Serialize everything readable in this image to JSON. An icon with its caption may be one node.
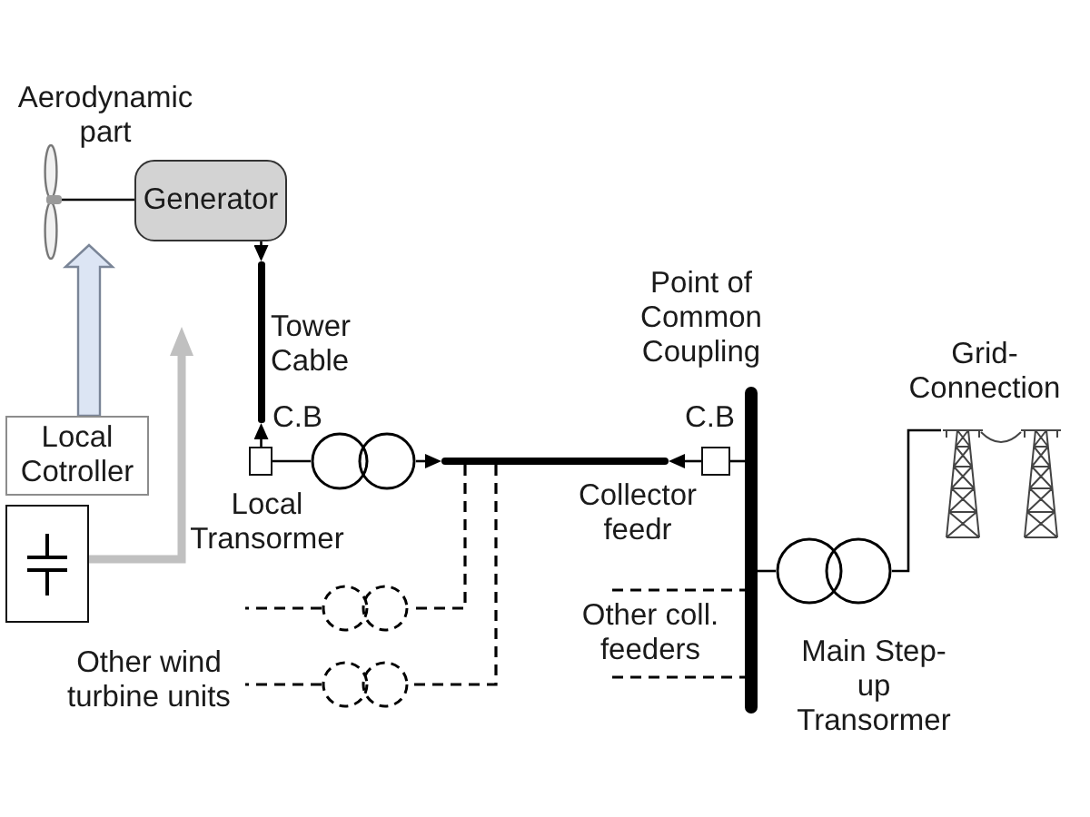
{
  "diagram": {
    "nodes": [
      {
        "text": [],
        "shape": "picture",
        "beside": [
          "Aerodynamic part"
        ]
      },
      {
        "text": [
          "Generator"
        ]
      },
      {
        "text": [],
        "shape": "box",
        "beside": [
          "C.B"
        ]
      },
      {
        "text": [],
        "shape": "circle",
        "beside": [
          "Local Transormer"
        ]
      },
      {
        "text": [],
        "shape": "box",
        "beside": [
          "C.B"
        ]
      },
      {
        "text": [],
        "shape": "bar",
        "beside": [
          "Point of Common Coupling"
        ]
      },
      {
        "text": [],
        "shape": "circle",
        "beside": [
          "Main Step-up Transormer"
        ]
      },
      {
        "text": [],
        "shape": "picture",
        "beside": [
          "Grid-Connection"
        ]
      },
      {
        "text": [
          "Local Cotroller"
        ]
      },
      {
        "text": [],
        "shape": "box"
      },
      {
        "text": [],
        "shape": "circle"
      },
      {
        "text": [],
        "shape": "circle"
      },
      {
        "text": [
          "Other coll. feeders"
        ]
      },
      {
        "text": [],
        "shape": "bar",
        "beside": [
          "Tower Cable"
        ]
      },
      {
        "text": [],
        "shape": "bar",
        "beside": [
          "Collector feedr"
        ]
      }
    ],
    "edges": [
      {
        "from": 1,
        "to": 13,
        "arrow": "to"
      },
      {
        "from": 2,
        "to": 13,
        "arrow": "to"
      },
      {
        "from": 2,
        "to": 3,
        "arrow": "none"
      },
      {
        "from": 3,
        "to": 14,
        "arrow": "to"
      },
      {
        "from": 4,
        "to": 14,
        "arrow": "to"
      },
      {
        "from": 4,
        "to": 5,
        "arrow": "none"
      },
      {
        "from": 5,
        "to": 6,
        "arrow": "none"
      },
      {
        "from": 6,
        "to": 7,
        "arrow": "none"
      },
      {
        "from": 0,
        "to": 1,
        "arrow": "none"
      },
      {
        "from": 8,
        "to": null,
        "arrow": "to",
        "style": "thick",
        "color": "#dce5f4"
      },
      {
        "from": 9,
        "to": null,
        "arrow": "to",
        "style": "thick",
        "color": "#c0c0c0"
      },
      {
        "from": null,
        "to": 10,
        "arrow": "none",
        "style": "dashed"
      },
      {
        "from": 10,
        "to": 14,
        "arrow": "none",
        "style": "dashed"
      },
      {
        "from": null,
        "to": 11,
        "arrow": "none",
        "style": "dashed"
      },
      {
        "from": 11,
        "to": 14,
        "arrow": "none",
        "style": "dashed"
      },
      {
        "from": 5,
        "to": 12,
        "arrow": "none",
        "style": "dashed"
      },
      {
        "from": 5,
        "to": 12,
        "arrow": "none",
        "style": "dashed"
      }
    ],
    "labels": [
      "Other wind turbine units"
    ]
  }
}
